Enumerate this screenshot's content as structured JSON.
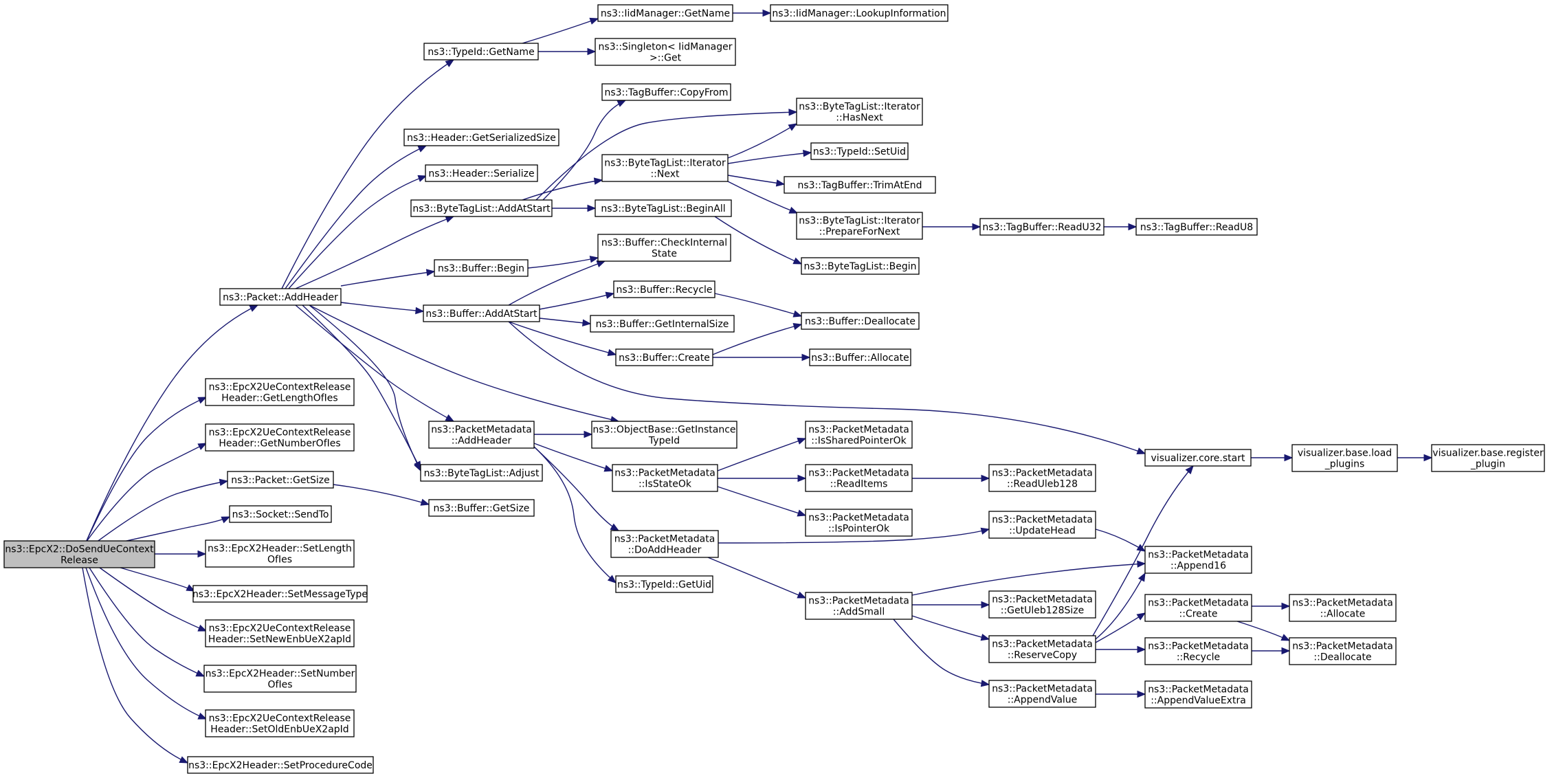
{
  "colors": {
    "edge": "#191970",
    "node_fill": "#ffffff",
    "root_fill": "#bfbfbf",
    "border": "#000000"
  },
  "nodes": [
    {
      "id": "root",
      "lines": [
        "ns3::EpcX2::DoSendUeContext",
        "Release"
      ],
      "root": true
    },
    {
      "id": "addHeader",
      "lines": [
        "ns3::Packet::AddHeader"
      ]
    },
    {
      "id": "getLenIes",
      "lines": [
        "ns3::EpcX2UeContextRelease",
        "Header::GetLengthOfIes"
      ]
    },
    {
      "id": "getNumIes",
      "lines": [
        "ns3::EpcX2UeContextRelease",
        "Header::GetNumberOfIes"
      ]
    },
    {
      "id": "pktGetSize",
      "lines": [
        "ns3::Packet::GetSize"
      ]
    },
    {
      "id": "sendTo",
      "lines": [
        "ns3::Socket::SendTo"
      ]
    },
    {
      "id": "setLenIes",
      "lines": [
        "ns3::EpcX2Header::SetLength",
        "OfIes"
      ]
    },
    {
      "id": "setMsgType",
      "lines": [
        "ns3::EpcX2Header::SetMessageType"
      ]
    },
    {
      "id": "setNewEnb",
      "lines": [
        "ns3::EpcX2UeContextRelease",
        "Header::SetNewEnbUeX2apId"
      ]
    },
    {
      "id": "setNumIes",
      "lines": [
        "ns3::EpcX2Header::SetNumber",
        "OfIes"
      ]
    },
    {
      "id": "setOldEnb",
      "lines": [
        "ns3::EpcX2UeContextRelease",
        "Header::SetOldEnbUeX2apId"
      ]
    },
    {
      "id": "setProc",
      "lines": [
        "ns3::EpcX2Header::SetProcedureCode"
      ]
    },
    {
      "id": "typeGetName",
      "lines": [
        "ns3::TypeId::GetName"
      ]
    },
    {
      "id": "hdrSerSize",
      "lines": [
        "ns3::Header::GetSerializedSize"
      ]
    },
    {
      "id": "hdrSer",
      "lines": [
        "ns3::Header::Serialize"
      ]
    },
    {
      "id": "btlAddAtStart",
      "lines": [
        "ns3::ByteTagList::AddAtStart"
      ]
    },
    {
      "id": "bufBegin",
      "lines": [
        "ns3::Buffer::Begin"
      ]
    },
    {
      "id": "bufAddAtStart",
      "lines": [
        "ns3::Buffer::AddAtStart"
      ]
    },
    {
      "id": "pmAddHeader",
      "lines": [
        "ns3::PacketMetadata",
        "::AddHeader"
      ]
    },
    {
      "id": "btlAdjust",
      "lines": [
        "ns3::ByteTagList::Adjust"
      ]
    },
    {
      "id": "bufGetSize",
      "lines": [
        "ns3::Buffer::GetSize"
      ]
    },
    {
      "id": "iidGetName",
      "lines": [
        "ns3::IidManager::GetName"
      ]
    },
    {
      "id": "singleton",
      "lines": [
        "ns3::Singleton< IidManager",
        ">::Get"
      ]
    },
    {
      "id": "tbCopyFrom",
      "lines": [
        "ns3::TagBuffer::CopyFrom"
      ]
    },
    {
      "id": "btlItNext",
      "lines": [
        "ns3::ByteTagList::Iterator",
        "::Next"
      ]
    },
    {
      "id": "btlBeginAll",
      "lines": [
        "ns3::ByteTagList::BeginAll"
      ]
    },
    {
      "id": "bufCheck",
      "lines": [
        "ns3::Buffer::CheckInternal",
        "State"
      ]
    },
    {
      "id": "bufRecycle",
      "lines": [
        "ns3::Buffer::Recycle"
      ]
    },
    {
      "id": "bufGetIntSize",
      "lines": [
        "ns3::Buffer::GetInternalSize"
      ]
    },
    {
      "id": "bufCreate",
      "lines": [
        "ns3::Buffer::Create"
      ]
    },
    {
      "id": "objGetInst",
      "lines": [
        "ns3::ObjectBase::GetInstance",
        "TypeId"
      ]
    },
    {
      "id": "pmIsStateOk",
      "lines": [
        "ns3::PacketMetadata",
        "::IsStateOk"
      ]
    },
    {
      "id": "pmDoAddHeader",
      "lines": [
        "ns3::PacketMetadata",
        "::DoAddHeader"
      ]
    },
    {
      "id": "typeGetUid",
      "lines": [
        "ns3::TypeId::GetUid"
      ]
    },
    {
      "id": "iidLookup",
      "lines": [
        "ns3::IidManager::LookupInformation"
      ]
    },
    {
      "id": "btlItHasNext",
      "lines": [
        "ns3::ByteTagList::Iterator",
        "::HasNext"
      ]
    },
    {
      "id": "typeSetUid",
      "lines": [
        "ns3::TypeId::SetUid"
      ]
    },
    {
      "id": "tbTrim",
      "lines": [
        "ns3::TagBuffer::TrimAtEnd"
      ]
    },
    {
      "id": "btlItPrep",
      "lines": [
        "ns3::ByteTagList::Iterator",
        "::PrepareForNext"
      ]
    },
    {
      "id": "btlBegin",
      "lines": [
        "ns3::ByteTagList::Begin"
      ]
    },
    {
      "id": "bufDealloc",
      "lines": [
        "ns3::Buffer::Deallocate"
      ]
    },
    {
      "id": "bufAlloc",
      "lines": [
        "ns3::Buffer::Allocate"
      ]
    },
    {
      "id": "pmIsShared",
      "lines": [
        "ns3::PacketMetadata",
        "::IsSharedPointerOk"
      ]
    },
    {
      "id": "pmReadItems",
      "lines": [
        "ns3::PacketMetadata",
        "::ReadItems"
      ]
    },
    {
      "id": "pmIsPtrOk",
      "lines": [
        "ns3::PacketMetadata",
        "::IsPointerOk"
      ]
    },
    {
      "id": "pmAddSmall",
      "lines": [
        "ns3::PacketMetadata",
        "::AddSmall"
      ]
    },
    {
      "id": "tbReadU32",
      "lines": [
        "ns3::TagBuffer::ReadU32"
      ]
    },
    {
      "id": "tbReadU8",
      "lines": [
        "ns3::TagBuffer::ReadU8"
      ]
    },
    {
      "id": "vizStart",
      "lines": [
        "visualizer.core.start"
      ]
    },
    {
      "id": "vizLoad",
      "lines": [
        "visualizer.base.load",
        "_plugins"
      ]
    },
    {
      "id": "vizReg",
      "lines": [
        "visualizer.base.register",
        "_plugin"
      ]
    },
    {
      "id": "pmReadUleb",
      "lines": [
        "ns3::PacketMetadata",
        "::ReadUleb128"
      ]
    },
    {
      "id": "pmUpdHead",
      "lines": [
        "ns3::PacketMetadata",
        "::UpdateHead"
      ]
    },
    {
      "id": "pmGetUleb",
      "lines": [
        "ns3::PacketMetadata",
        "::GetUleb128Size"
      ]
    },
    {
      "id": "pmResCopy",
      "lines": [
        "ns3::PacketMetadata",
        "::ReserveCopy"
      ]
    },
    {
      "id": "pmAppVal",
      "lines": [
        "ns3::PacketMetadata",
        "::AppendValue"
      ]
    },
    {
      "id": "pmApp16",
      "lines": [
        "ns3::PacketMetadata",
        "::Append16"
      ]
    },
    {
      "id": "pmCreate",
      "lines": [
        "ns3::PacketMetadata",
        "::Create"
      ]
    },
    {
      "id": "pmRecycle",
      "lines": [
        "ns3::PacketMetadata",
        "::Recycle"
      ]
    },
    {
      "id": "pmAppValEx",
      "lines": [
        "ns3::PacketMetadata",
        "::AppendValueExtra"
      ]
    },
    {
      "id": "pmAlloc",
      "lines": [
        "ns3::PacketMetadata",
        "::Allocate"
      ]
    },
    {
      "id": "pmDealloc",
      "lines": [
        "ns3::PacketMetadata",
        "::Deallocate"
      ]
    }
  ]
}
